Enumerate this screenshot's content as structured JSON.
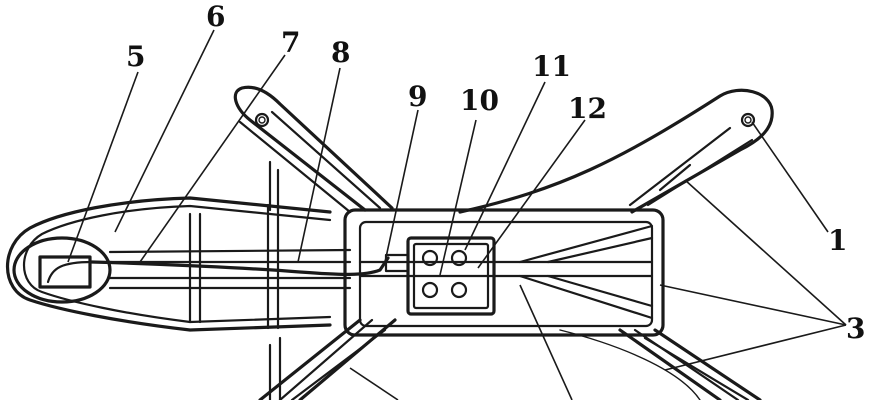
{
  "labels": {
    "l1": "1",
    "l3": "3",
    "l5": "5",
    "l6": "6",
    "l7": "7",
    "l8": "8",
    "l9": "9",
    "l10": "10",
    "l11": "11",
    "l12": "12"
  }
}
